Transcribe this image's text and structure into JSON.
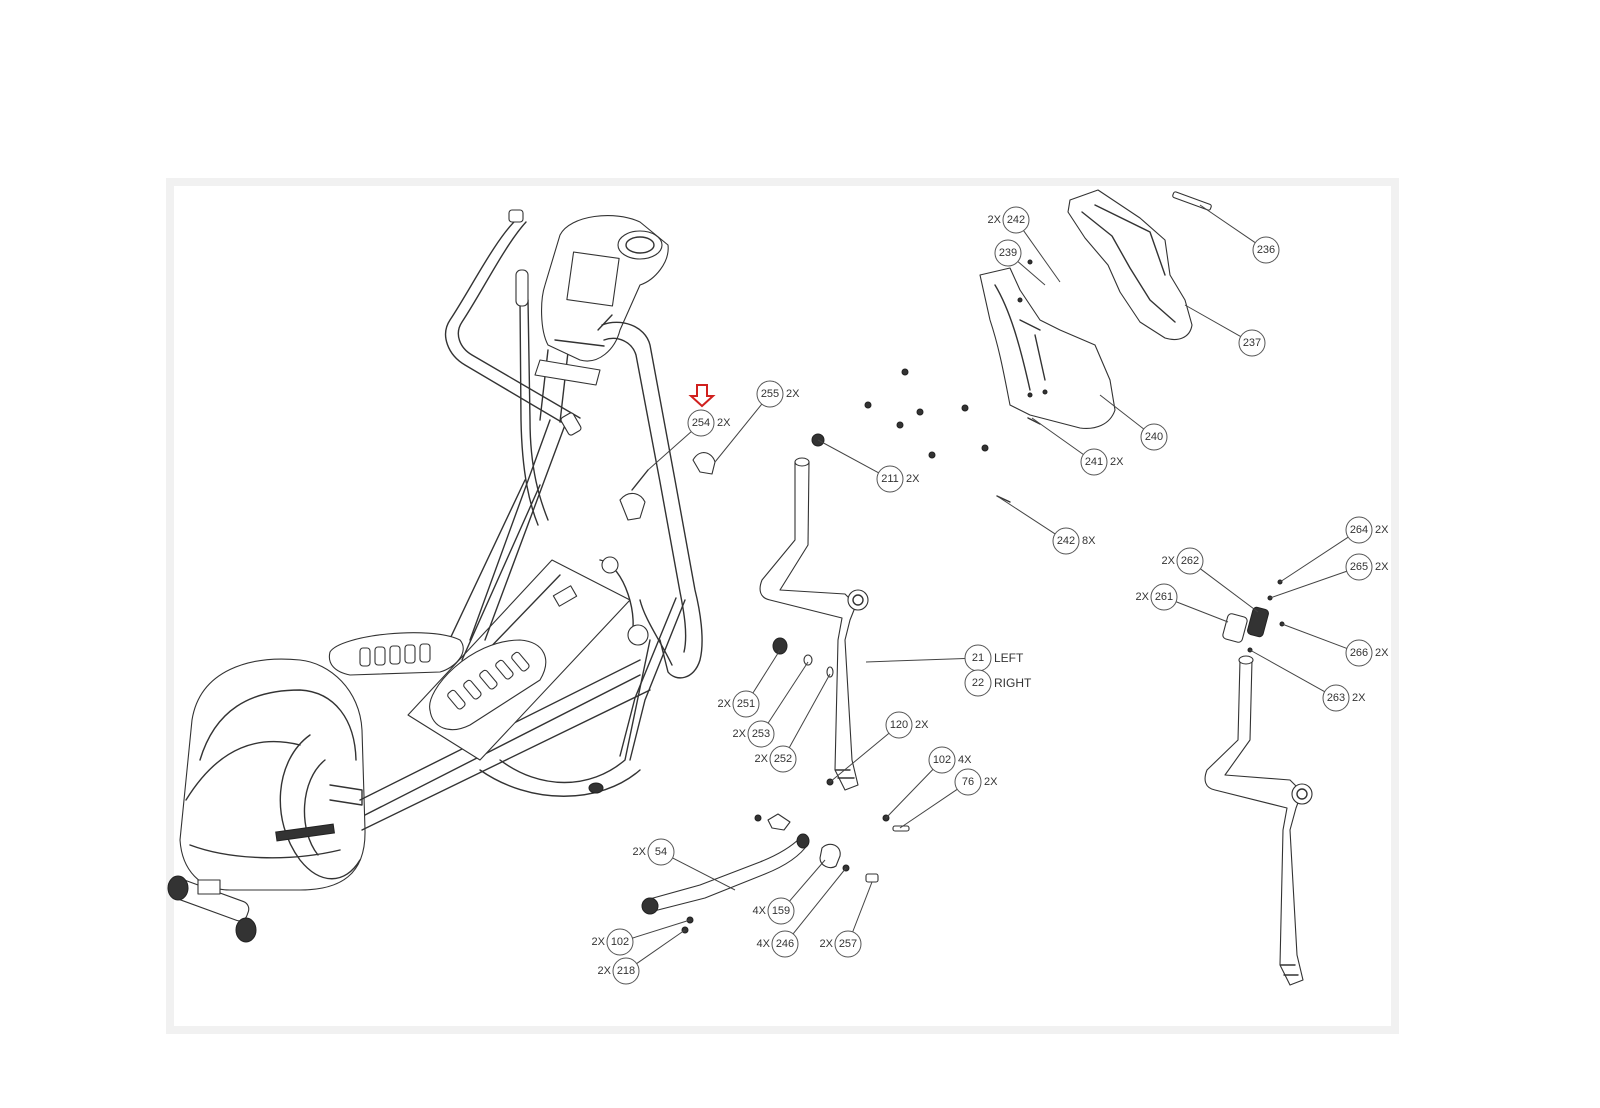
{
  "diagram": {
    "highlight_color": "#d0201e",
    "line_color": "#333333",
    "frame_color": "#f1f1f1",
    "highlight_icon": "down-arrow-icon",
    "callouts": [
      {
        "id": "c-242-top",
        "number": "242",
        "qty": "2X",
        "qty_side": "left"
      },
      {
        "id": "c-239",
        "number": "239",
        "qty": "",
        "qty_side": "none"
      },
      {
        "id": "c-236",
        "number": "236",
        "qty": "",
        "qty_side": "none"
      },
      {
        "id": "c-237",
        "number": "237",
        "qty": "",
        "qty_side": "none"
      },
      {
        "id": "c-240",
        "number": "240",
        "qty": "",
        "qty_side": "none"
      },
      {
        "id": "c-241",
        "number": "241",
        "qty": "2X",
        "qty_side": "right"
      },
      {
        "id": "c-242-bottom",
        "number": "242",
        "qty": "8X",
        "qty_side": "right"
      },
      {
        "id": "c-255",
        "number": "255",
        "qty": "2X",
        "qty_side": "right"
      },
      {
        "id": "c-254",
        "number": "254",
        "qty": "2X",
        "qty_side": "right"
      },
      {
        "id": "c-211",
        "number": "211",
        "qty": "2X",
        "qty_side": "right"
      },
      {
        "id": "c-21",
        "number": "21",
        "qty": "LEFT",
        "qty_side": "right"
      },
      {
        "id": "c-22",
        "number": "22",
        "qty": "RIGHT",
        "qty_side": "right"
      },
      {
        "id": "c-251",
        "number": "251",
        "qty": "2X",
        "qty_side": "left"
      },
      {
        "id": "c-253",
        "number": "253",
        "qty": "2X",
        "qty_side": "left"
      },
      {
        "id": "c-252",
        "number": "252",
        "qty": "2X",
        "qty_side": "left"
      },
      {
        "id": "c-120",
        "number": "120",
        "qty": "2X",
        "qty_side": "right"
      },
      {
        "id": "c-102-4x",
        "number": "102",
        "qty": "4X",
        "qty_side": "right"
      },
      {
        "id": "c-76",
        "number": "76",
        "qty": "2X",
        "qty_side": "right"
      },
      {
        "id": "c-54",
        "number": "54",
        "qty": "2X",
        "qty_side": "left"
      },
      {
        "id": "c-159",
        "number": "159",
        "qty": "4X",
        "qty_side": "left"
      },
      {
        "id": "c-246",
        "number": "246",
        "qty": "4X",
        "qty_side": "left"
      },
      {
        "id": "c-257",
        "number": "257",
        "qty": "2X",
        "qty_side": "left"
      },
      {
        "id": "c-102-2x",
        "number": "102",
        "qty": "2X",
        "qty_side": "left"
      },
      {
        "id": "c-218",
        "number": "218",
        "qty": "2X",
        "qty_side": "left"
      },
      {
        "id": "c-264",
        "number": "264",
        "qty": "2X",
        "qty_side": "right"
      },
      {
        "id": "c-262",
        "number": "262",
        "qty": "2X",
        "qty_side": "left"
      },
      {
        "id": "c-265",
        "number": "265",
        "qty": "2X",
        "qty_side": "right"
      },
      {
        "id": "c-261",
        "number": "261",
        "qty": "2X",
        "qty_side": "left"
      },
      {
        "id": "c-266",
        "number": "266",
        "qty": "2X",
        "qty_side": "right"
      },
      {
        "id": "c-263",
        "number": "263",
        "qty": "2X",
        "qty_side": "right"
      }
    ]
  }
}
